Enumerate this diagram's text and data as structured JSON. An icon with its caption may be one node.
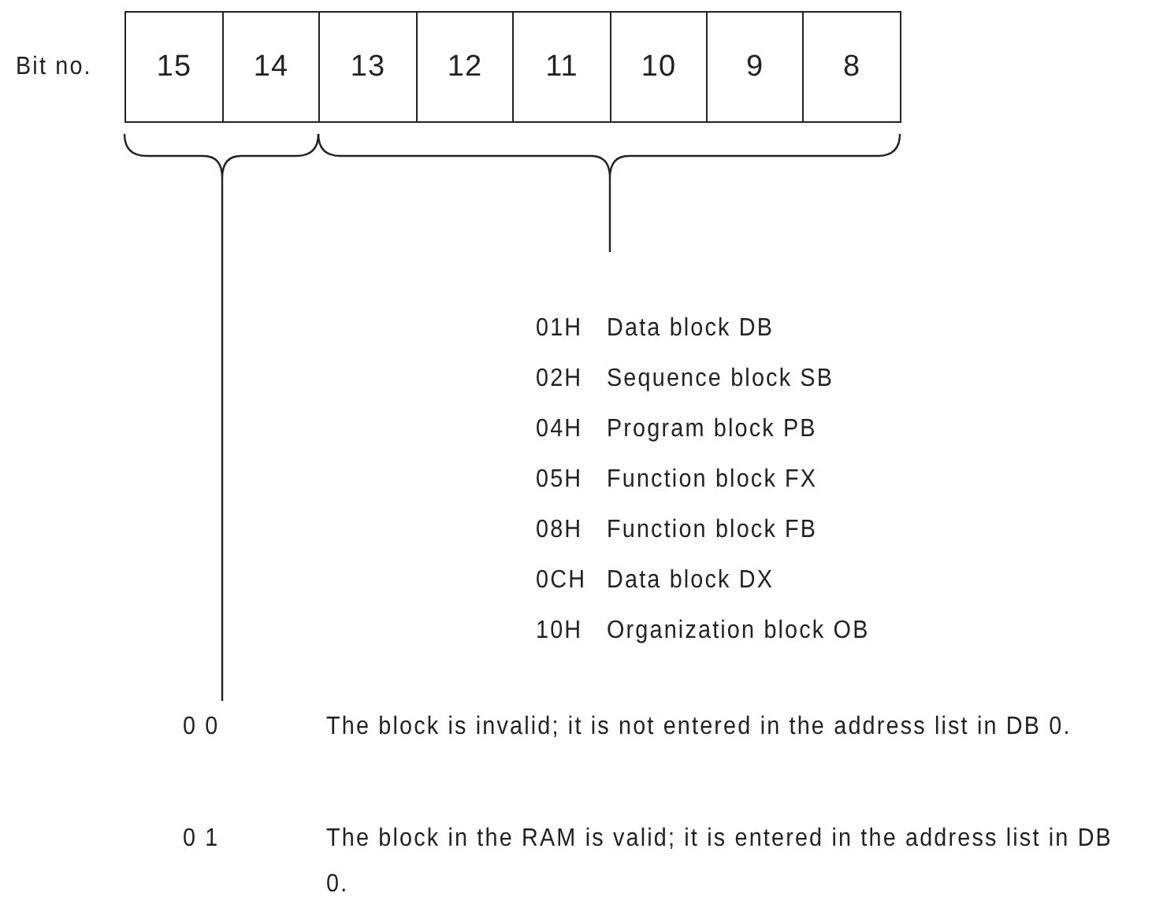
{
  "diagram": {
    "nodes": [
      {
        "text": [
          "15"
        ]
      },
      {
        "text": [
          "14"
        ]
      },
      {
        "text": [
          "13"
        ]
      },
      {
        "text": [
          "12"
        ]
      },
      {
        "text": [
          "11"
        ]
      },
      {
        "text": [
          "10"
        ]
      },
      {
        "text": [
          "9"
        ]
      },
      {
        "text": [
          "8"
        ]
      }
    ],
    "labels": [
      "Bit no.",
      "01H",
      "Data block DB",
      "02H",
      "Sequence block SB",
      "04H",
      "Program block PB",
      "05H",
      "Function block FX",
      "08H",
      "Function block FB",
      "0CH",
      "Data block DX",
      "10H",
      "Organization block OB",
      "0 0",
      "The block is invalid; it is not entered in the address list in DB 0.",
      "0 1",
      "The block in the RAM is valid; it is entered in the address list in DB 0."
    ]
  }
}
